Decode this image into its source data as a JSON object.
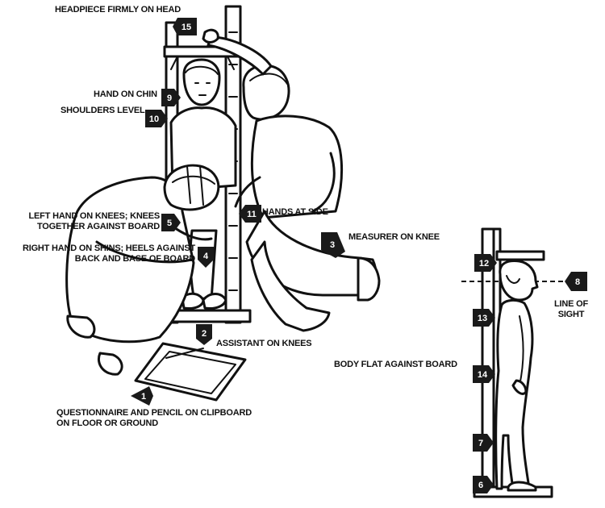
{
  "labels": {
    "headpiece": "HEADPIECE FIRMLY ON HEAD",
    "hand_on_chin": "HAND ON CHIN",
    "shoulders_level": "SHOULDERS LEVEL",
    "left_hand_line1": "LEFT HAND ON KNEES; KNEES",
    "left_hand_line2": "TOGETHER  AGAINST BOARD",
    "right_hand_line1": "RIGHT HAND ON SHINS; HEELS AGAINST",
    "right_hand_line2": "BACK AND BASE OF BOARD",
    "hands_at_side": "HANDS AT SIDE",
    "measurer_on_knee": "MEASURER ON KNEE",
    "assistant_on_knees": "ASSISTANT ON KNEES",
    "questionnaire_line1": "QUESTIONNAIRE AND PENCIL ON CLIPBOARD",
    "questionnaire_line2": "ON FLOOR OR GROUND",
    "body_flat": "BODY FLAT AGAINST BOARD",
    "line_of_sight_line1": "LINE OF",
    "line_of_sight_line2": "SIGHT"
  },
  "markers": {
    "m1": "1",
    "m2": "2",
    "m3": "3",
    "m4": "4",
    "m5": "5",
    "m6": "6",
    "m7": "7",
    "m8": "8",
    "m9": "9",
    "m10": "10",
    "m11": "11",
    "m12": "12",
    "m13": "13",
    "m14": "14",
    "m15": "15"
  }
}
